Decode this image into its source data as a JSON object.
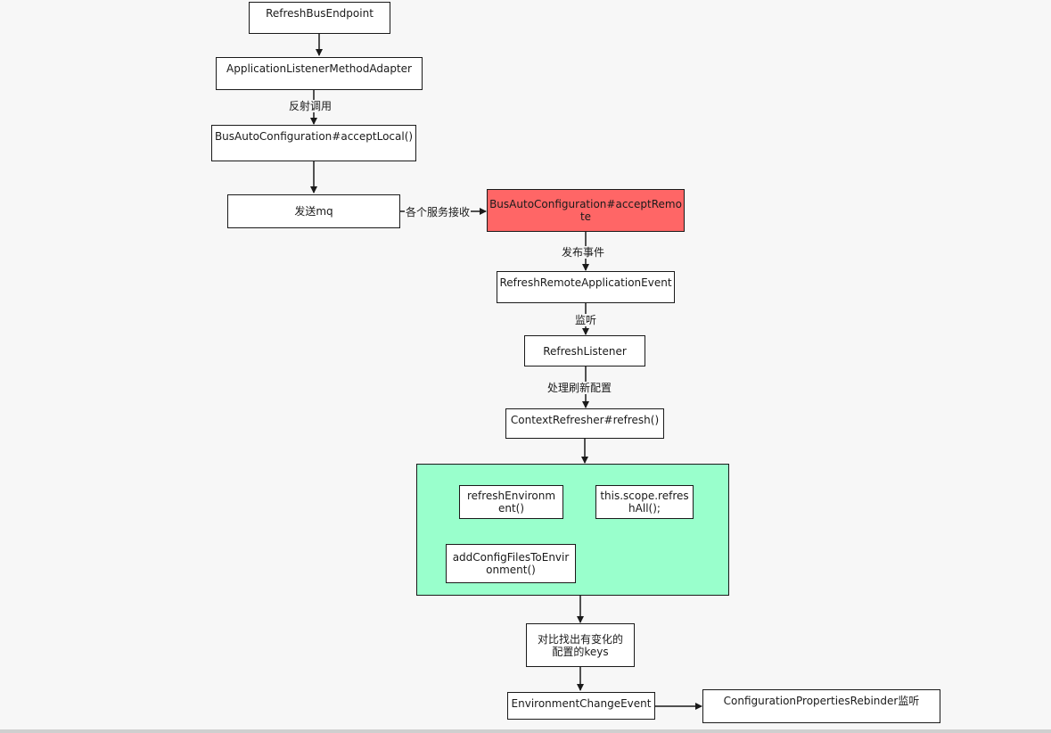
{
  "nodes": {
    "refresh_bus_endpoint": "RefreshBusEndpoint",
    "application_listener_method_adapter": "ApplicationListenerMethodAdapter",
    "bus_auto_configuration_accept_local": "BusAutoConfiguration#acceptLocal()",
    "send_mq": "发送mq",
    "bus_auto_configuration_accept_remote": "BusAutoConfiguration#acceptRemo\nte",
    "refresh_remote_application_event": "RefreshRemoteApplicationEvent",
    "refresh_listener": "RefreshListener",
    "context_refresher_refresh": "ContextRefresher#refresh()",
    "refresh_environment": "refreshEnvironm\nent()",
    "this_scope_refresh_all": "this.scope.refres\nhAll();",
    "add_config_files_to_environment": "addConfigFilesToEnvir\nonment()",
    "compare_changed_keys": "对比找出有变化的\n配置的keys",
    "environment_change_event": "EnvironmentChangeEvent",
    "configuration_properties_rebinder_listen": "ConfigurationPropertiesRebinder监听"
  },
  "edge_labels": {
    "reflective_call": "反射调用",
    "each_service_receives": "各个服务接收",
    "publish_event": "发布事件",
    "listen": "监听",
    "handle_refresh_config": "处理刷新配置"
  },
  "colors": {
    "highlight_node": "#ff6666",
    "group_fill": "#99ffcc",
    "node_fill": "#ffffff",
    "stroke": "#1a1a1a"
  }
}
